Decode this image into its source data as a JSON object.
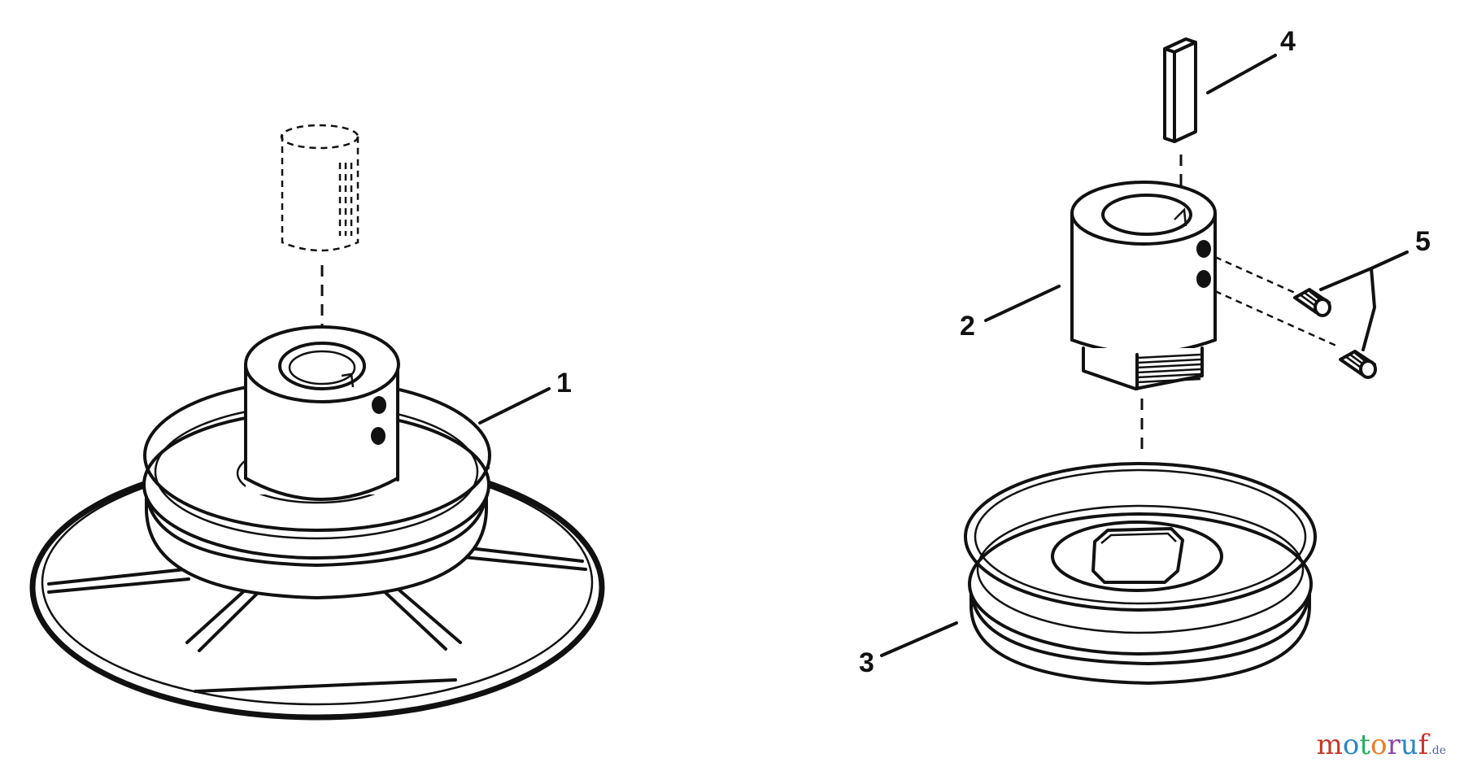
{
  "callouts": {
    "c1": "1",
    "c2": "2",
    "c3": "3",
    "c4": "4",
    "c5": "5"
  },
  "watermark": {
    "letters": [
      "m",
      "o",
      "t",
      "o",
      "r",
      "u",
      "f"
    ],
    "letter_colors": [
      "#c0392b",
      "#2e86c1",
      "#27ae60",
      "#e67e22",
      "#8e44ad",
      "#2e86c1",
      "#c0392b"
    ],
    "tld": ".de"
  },
  "parts": [
    {
      "id": "pulley-assembly-1",
      "icon": "variable-pulley-with-fan"
    },
    {
      "id": "hub-2",
      "icon": "threaded-hub"
    },
    {
      "id": "pulley-3",
      "icon": "v-belt-pulley"
    },
    {
      "id": "key-4",
      "icon": "square-key"
    },
    {
      "id": "set-screws-5",
      "icon": "set-screw"
    }
  ]
}
